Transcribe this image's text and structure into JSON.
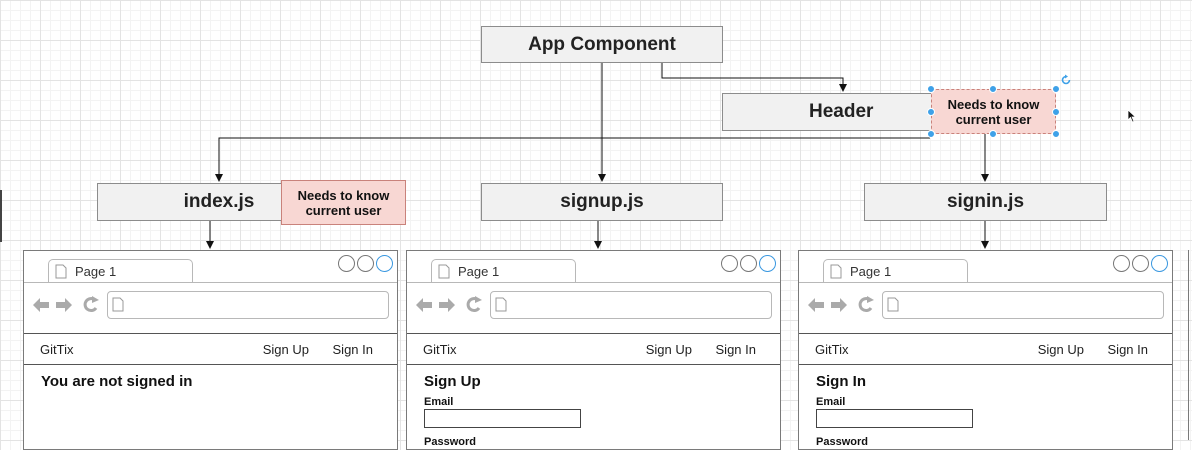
{
  "diagram": {
    "root": "App Component",
    "header": "Header",
    "pages": [
      {
        "file": "index.js"
      },
      {
        "file": "signup.js"
      },
      {
        "file": "signin.js"
      }
    ],
    "note_header": "Needs to know current user",
    "note_index": "Needs to know current user"
  },
  "browsers": [
    {
      "tab": "Page 1",
      "brand": "GitTix",
      "links": [
        "Sign Up",
        "Sign In"
      ],
      "heading": "You are not signed in",
      "field_label": "",
      "next_label": ""
    },
    {
      "tab": "Page 1",
      "brand": "GitTix",
      "links": [
        "Sign Up",
        "Sign In"
      ],
      "heading": "Sign Up",
      "field_label": "Email",
      "next_label": "Password"
    },
    {
      "tab": "Page 1",
      "brand": "GitTix",
      "links": [
        "Sign Up",
        "Sign In"
      ],
      "heading": "Sign In",
      "field_label": "Email",
      "next_label": "Password"
    }
  ],
  "colors": {
    "node_fill": "#f1f1f1",
    "note_fill": "#f8d7d3",
    "selection_handle": "#3ea1e8"
  },
  "icons": [
    "page-icon",
    "back-arrow-icon",
    "forward-arrow-icon",
    "refresh-icon",
    "rotate-handle-icon",
    "mouse-cursor-icon",
    "window-control-icon"
  ]
}
